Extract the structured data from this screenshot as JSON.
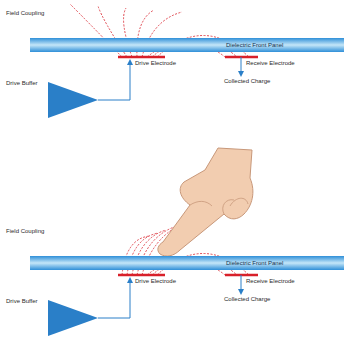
{
  "diagram": {
    "nodes": [
      {
        "text": [
          "Dielectric Front Panel"
        ]
      },
      {
        "text": [
          "Dielectric Front Panel"
        ]
      }
    ],
    "labels": [
      "Field Coupling",
      "Drive Buffer",
      "Drive Electrode",
      "Receive Electrode",
      "Collected Charge",
      "Field Coupling",
      "Drive Buffer",
      "Drive Electrode",
      "Receive Electrode",
      "Collected Charge"
    ]
  }
}
